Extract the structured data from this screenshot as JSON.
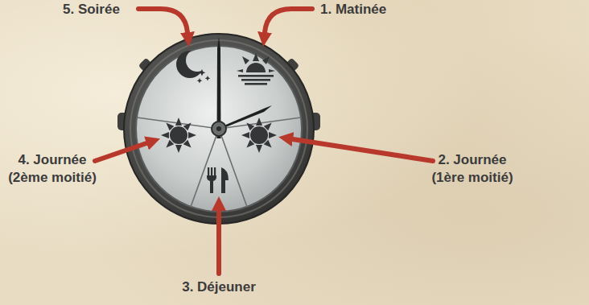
{
  "diagram": {
    "labels": [
      "5. Soirée",
      "1. Matinée",
      "4. Journée (2ème moitié)",
      "2. Journée (1ère moitié)",
      "3. Déjeuner"
    ]
  }
}
